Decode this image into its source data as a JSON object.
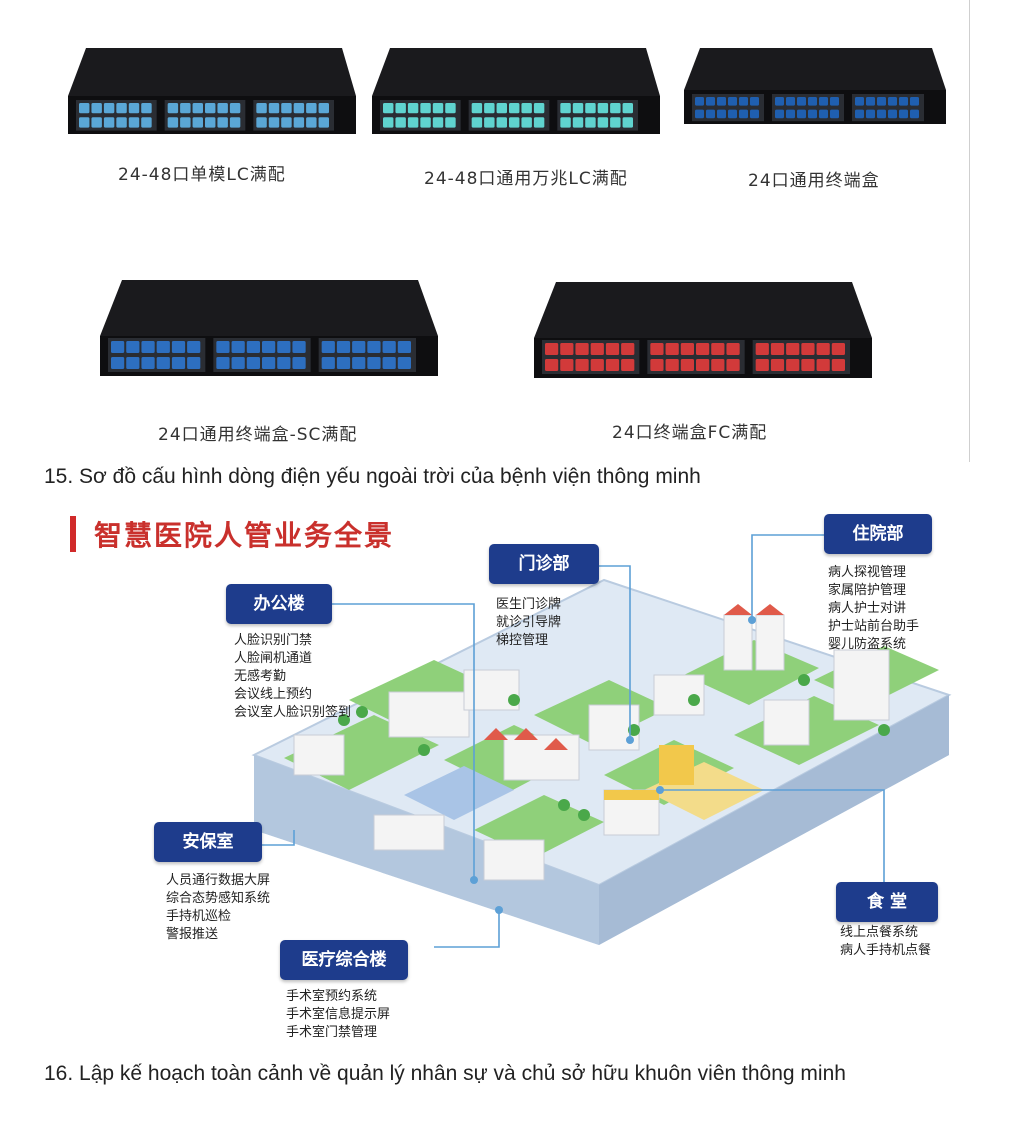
{
  "products": [
    {
      "label": "24-48口单模LC满配",
      "port_color": "#5aa7d6"
    },
    {
      "label": "24-48口通用万兆LC满配",
      "port_color": "#5fd3cf"
    },
    {
      "label": "24口通用终端盒",
      "port_color": "#1f5fb0"
    },
    {
      "label": "24口通用终端盒-SC满配",
      "port_color": "#2d6fc0"
    },
    {
      "label": "24口终端盒FC满配",
      "port_color": "#d23a3a"
    }
  ],
  "caption15": "15. Sơ đồ cấu hình dòng điện yếu ngoài trời của bệnh viện thông minh",
  "panorama": {
    "title": "智慧医院人管业务全景",
    "accent_color": "#1e3c8c",
    "title_color": "#c9302c",
    "departments": [
      {
        "name": "办公楼",
        "items": [
          "人脸识别门禁",
          "人脸闸机通道",
          "无感考勤",
          "会议线上预约",
          "会议室人脸识别签到"
        ]
      },
      {
        "name": "门诊部",
        "items": [
          "医生门诊牌",
          "就诊引导牌",
          "梯控管理"
        ]
      },
      {
        "name": "住院部",
        "items": [
          "病人探视管理",
          "家属陪护管理",
          "病人护士对讲",
          "护士站前台助手",
          "婴儿防盗系统"
        ]
      },
      {
        "name": "安保室",
        "items": [
          "人员通行数据大屏",
          "综合态势感知系统",
          "手持机巡检",
          "警报推送"
        ]
      },
      {
        "name": "食 堂",
        "items": [
          "线上点餐系统",
          "病人手持机点餐"
        ]
      },
      {
        "name": "医疗综合楼",
        "items": [
          "手术室预约系统",
          "手术室信息提示屏",
          "手术室门禁管理"
        ]
      }
    ]
  },
  "caption16": "16. Lập kế hoạch toàn cảnh về quản lý nhân sự và chủ sở hữu khuôn viên thông minh"
}
